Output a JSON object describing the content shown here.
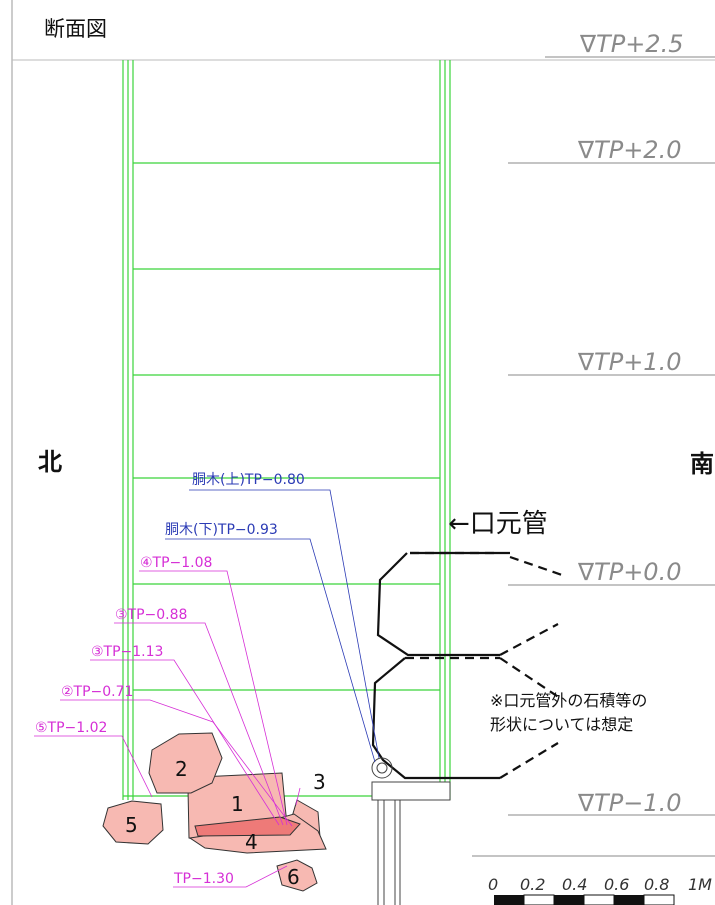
{
  "title": "断面図",
  "direction": {
    "north": "北",
    "south": "南"
  },
  "levels": [
    "∇TP+2.5",
    "∇TP+2.0",
    "∇TP+1.0",
    "∇TP+0.0",
    "∇TP−1.0"
  ],
  "callouts_blue": [
    "胴木(上)TP−0.80",
    "胴木(下)TP−0.93"
  ],
  "callouts_magenta": [
    "④TP−1.08",
    "③TP−0.88",
    "③TP−1.13",
    "②TP−0.71",
    "⑤TP−1.02",
    "TP−1.30"
  ],
  "pipe_label": "←口元管",
  "note": [
    "※口元管外の石積等の",
    "形状については想定"
  ],
  "stones": [
    "1",
    "2",
    "3",
    "4",
    "5",
    "6"
  ],
  "scale_labels": [
    "0",
    "0.2",
    "0.4",
    "0.6",
    "0.8",
    "1M"
  ],
  "colors": {
    "grid": "#3bd43b",
    "stone_fill": "#f7b9b2",
    "stone_inner": "#ee7a78",
    "blue": "#2b3bb5",
    "magenta": "#d62fd6",
    "level_gray": "#8a8a8a"
  }
}
